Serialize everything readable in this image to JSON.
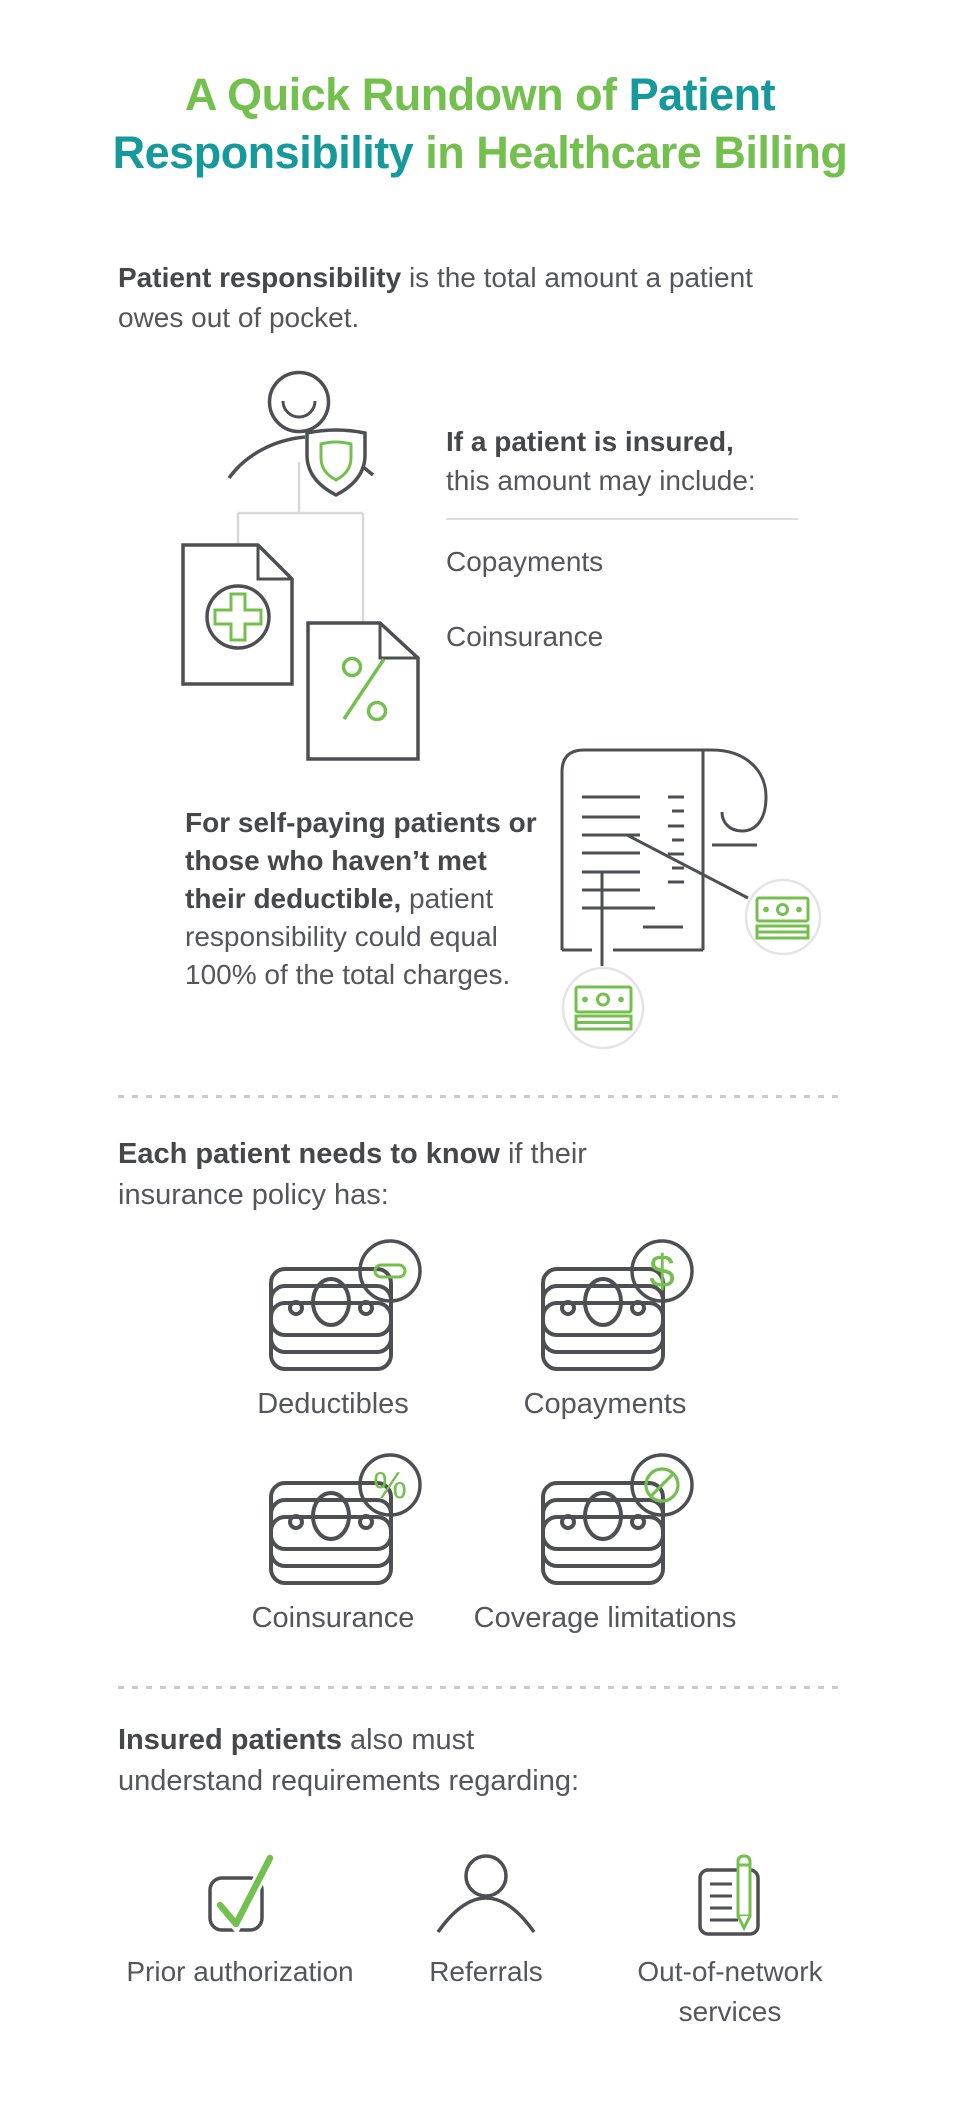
{
  "colors": {
    "green": "#74C04E",
    "teal": "#16999B",
    "heading_dark": "#464749",
    "body_gray": "#55565A",
    "icon_stroke": "#4E4F52",
    "connector_light": "#D8D8D8",
    "circle_border": "#E4E4E4",
    "dashed_divider": "#C9CACB"
  },
  "title": {
    "line1_green": "A Quick Rundown of ",
    "line1_teal": "Patient",
    "line2_teal": "Responsibility",
    "line2_green": " in Healthcare Billing"
  },
  "intro": {
    "bold": "Patient responsibility",
    "rest": " is the total amount a patient owes out of pocket."
  },
  "insured": {
    "heading_bold": "If a patient is insured,",
    "heading_rest": "this amount may include:",
    "items": [
      "Copayments",
      "Coinsurance"
    ]
  },
  "selfpay": {
    "bold": "For self-paying patients or those who haven’t met their deductible,",
    "rest": " patient responsibility could equal 100% of the total charges."
  },
  "know": {
    "bold": "Each patient needs to know",
    "rest": " if their insurance policy has:",
    "cards": [
      {
        "label": "Deductibles",
        "badge": "minus-icon"
      },
      {
        "label": "Copayments",
        "badge": "dollar-icon"
      },
      {
        "label": "Coinsurance",
        "badge": "percent-icon"
      },
      {
        "label": "Coverage limitations",
        "badge": "no-sign-icon"
      }
    ]
  },
  "requirements": {
    "bold": "Insured patients",
    "rest": " also must understand requirements regarding:",
    "items": [
      "Prior authorization",
      "Referrals",
      "Out-of-network services"
    ]
  },
  "glyphs": {
    "dollar": "$",
    "percent": "%"
  }
}
